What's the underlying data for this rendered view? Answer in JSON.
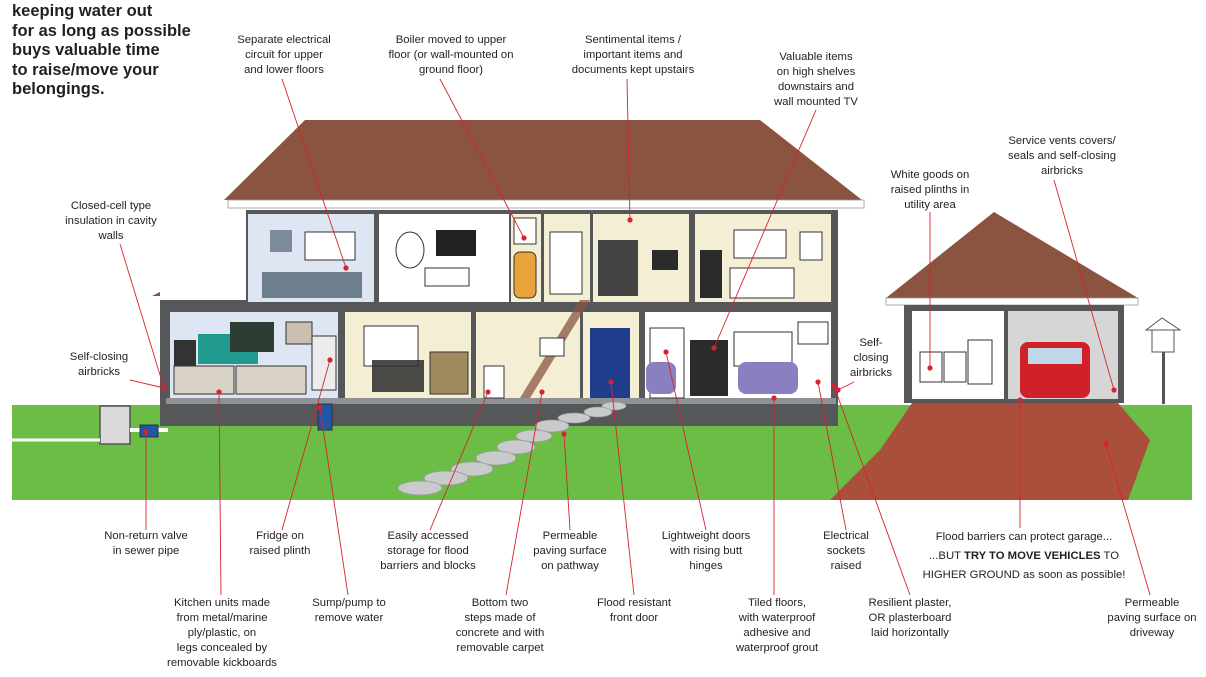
{
  "intro_text": [
    "keeping water out",
    "for as long as possible",
    "buys valuable time",
    "to raise/move your",
    "belongings."
  ],
  "colors": {
    "leader_line": "#d7232f",
    "marker": "#d7232f",
    "lawn": "#6cbd45",
    "roof": "#8a5440",
    "wall": "#555758",
    "brick": "#a94f3c",
    "sky_room": "#dde6f2",
    "cream_room": "#f4efd4"
  },
  "labels": [
    {
      "id": "circuit",
      "lines": [
        "Separate electrical",
        "circuit for upper",
        "and lower floors"
      ]
    },
    {
      "id": "boiler",
      "lines": [
        "Boiler moved to upper",
        "floor (or wall-mounted on",
        "ground floor)"
      ]
    },
    {
      "id": "sentimental",
      "lines": [
        "Sentimental items /",
        "important items and",
        "documents kept upstairs"
      ]
    },
    {
      "id": "valuable",
      "lines": [
        "Valuable items",
        "on high shelves",
        "downstairs and",
        "wall mounted TV"
      ]
    },
    {
      "id": "service_vents",
      "lines": [
        "Service vents covers/",
        "seals and self-closing",
        "airbricks"
      ]
    },
    {
      "id": "white_goods",
      "lines": [
        "White goods on",
        "raised plinths in",
        "utility area"
      ]
    },
    {
      "id": "insulation",
      "lines": [
        "Closed-cell type",
        "insulation in cavity",
        "walls"
      ]
    },
    {
      "id": "airbricks_left",
      "lines": [
        "Self-closing",
        "airbricks"
      ]
    },
    {
      "id": "airbricks_right",
      "lines": [
        "Self-",
        "closing",
        "airbricks"
      ]
    },
    {
      "id": "non_return",
      "lines": [
        "Non-return valve",
        "in sewer pipe"
      ]
    },
    {
      "id": "fridge",
      "lines": [
        "Fridge on",
        "raised plinth"
      ]
    },
    {
      "id": "kitchen_units",
      "lines": [
        "Kitchen units made",
        "from metal/marine",
        "ply/plastic, on",
        "legs concealed by",
        "removable kickboards"
      ]
    },
    {
      "id": "sump",
      "lines": [
        "Sump/pump to",
        "remove water"
      ]
    },
    {
      "id": "storage",
      "lines": [
        "Easily accessed",
        "storage for flood",
        "barriers and blocks"
      ]
    },
    {
      "id": "bottom_steps",
      "lines": [
        "Bottom two",
        "steps made of",
        "concrete and with",
        "removable carpet"
      ]
    },
    {
      "id": "permeable_path",
      "lines": [
        "Permeable",
        "paving surface",
        "on pathway"
      ]
    },
    {
      "id": "front_door",
      "lines": [
        "Flood resistant",
        "front door"
      ]
    },
    {
      "id": "doors",
      "lines": [
        "Lightweight doors",
        "with rising butt",
        "hinges"
      ]
    },
    {
      "id": "tiled_floors",
      "lines": [
        "Tiled floors,",
        "with waterproof",
        "adhesive and",
        "waterproof grout"
      ]
    },
    {
      "id": "sockets",
      "lines": [
        "Electrical",
        "sockets",
        "raised"
      ]
    },
    {
      "id": "plaster",
      "lines": [
        "Resilient plaster,",
        "OR plasterboard",
        "laid horizontally"
      ]
    },
    {
      "id": "permeable_drive",
      "lines": [
        "Permeable",
        "paving surface on",
        "driveway"
      ]
    }
  ],
  "garage_note": {
    "line1": "Flood barriers can protect garage...",
    "line2_lead": "...BUT ",
    "line2_bold": "TRY TO MOVE VEHICLES",
    "line2_tail": " TO",
    "line3": "HIGHER GROUND as soon as possible!"
  }
}
